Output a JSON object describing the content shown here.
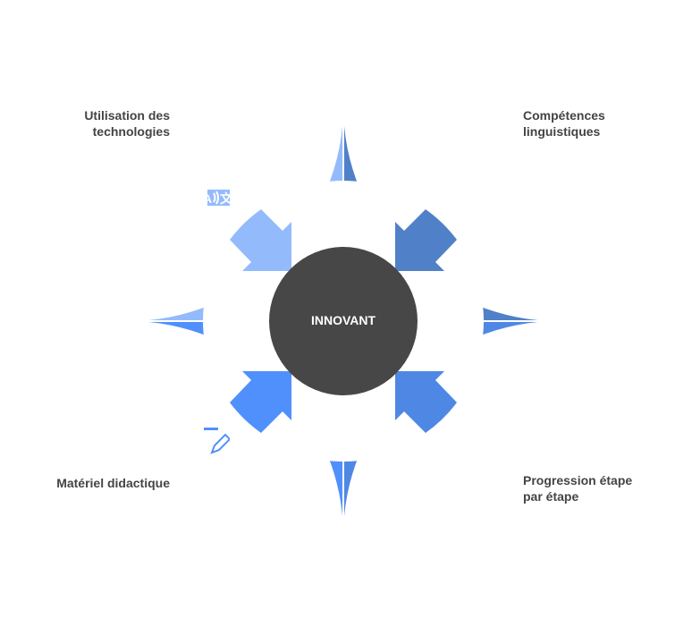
{
  "center": {
    "label": "INNOVANT",
    "color": "#474747"
  },
  "segments": [
    {
      "id": "tl",
      "label_lines": [
        "Utilisation des",
        "technologies"
      ],
      "icon": "translate-phone-icon",
      "color": "#93bbfc"
    },
    {
      "id": "tr",
      "label_lines": [
        "Compétences",
        "linguistiques"
      ],
      "icon": "lips-finger-icon",
      "color": "#5080c8"
    },
    {
      "id": "bl",
      "label_lines": [
        "Matériel didactique"
      ],
      "icon": "notebook-pencil-icon",
      "color": "#5090fc"
    },
    {
      "id": "br",
      "label_lines": [
        "Progression étape",
        "par étape"
      ],
      "icon": "stairs-arrow-icon",
      "color": "#4f88e4"
    }
  ]
}
